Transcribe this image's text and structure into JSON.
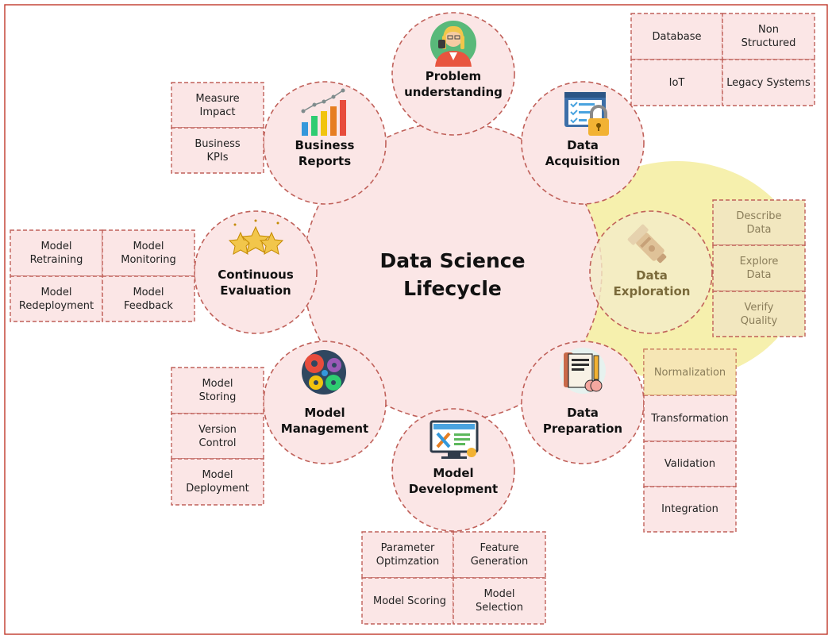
{
  "title": "Data Science\nLifecycle",
  "stages": [
    {
      "id": "problem",
      "label": "Problem\nunderstanding",
      "icon": "person-icon",
      "children": []
    },
    {
      "id": "acquisition",
      "label": "Data\nAcquisition",
      "icon": "clipboard-lock-icon",
      "children": [
        "Database",
        "Non\nStructured",
        "IoT",
        "Legacy Systems"
      ]
    },
    {
      "id": "exploration",
      "label": "Data\nExploration",
      "icon": "flashlight-icon",
      "highlighted": true,
      "children": [
        "Describe\nData",
        "Explore\nData",
        "Verify\nQuality"
      ]
    },
    {
      "id": "preparation",
      "label": "Data\nPreparation",
      "icon": "document-pencil-icon",
      "children": [
        "Normalization",
        "Transformation",
        "Validation",
        "Integration"
      ]
    },
    {
      "id": "development",
      "label": "Model\nDevelopment",
      "icon": "monitor-tools-icon",
      "children": [
        "Parameter\nOptimzation",
        "Feature\nGeneration",
        "Model Scoring",
        "Model\nSelection"
      ]
    },
    {
      "id": "management",
      "label": "Model\nManagement",
      "icon": "gears-icon",
      "children": [
        "Model\nStoring",
        "Version\nControl",
        "Model\nDeployment"
      ]
    },
    {
      "id": "evaluation",
      "label": "Continuous\nEvaluation",
      "icon": "stars-icon",
      "children": [
        "Model\nRetraining",
        "Model\nMonitoring",
        "Model\nRedeployment",
        "Model\nFeedback"
      ]
    },
    {
      "id": "reports",
      "label": "Business\nReports",
      "icon": "bar-chart-icon",
      "children": [
        "Measure\nImpact",
        "Business\nKPIs"
      ]
    }
  ],
  "colors": {
    "fill": "#fbe6e6",
    "stroke": "#c0615a",
    "frame": "#c0392b",
    "highlight": "#f0e67a"
  }
}
